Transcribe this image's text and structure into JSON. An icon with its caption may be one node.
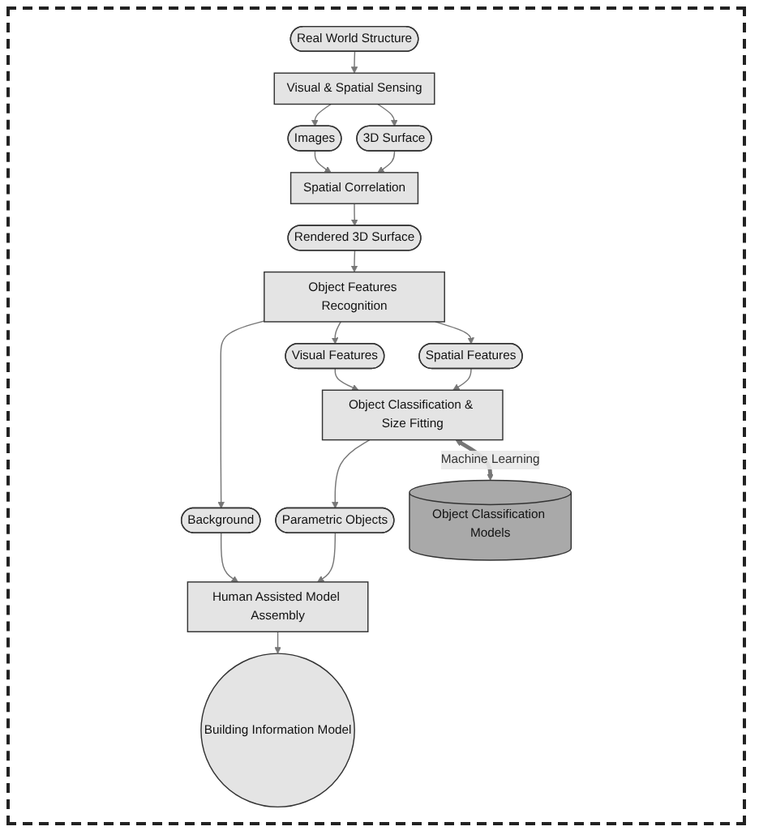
{
  "diagram": {
    "nodes": [
      {
        "text": [
          "Real World Structure"
        ]
      },
      {
        "text": [
          "Visual & Spatial Sensing"
        ]
      },
      {
        "text": [
          "Images"
        ]
      },
      {
        "text": [
          "3D Surface"
        ]
      },
      {
        "text": [
          "Spatial Correlation"
        ]
      },
      {
        "text": [
          "Rendered 3D Surface"
        ]
      },
      {
        "text": [
          "Object Features Recognition"
        ]
      },
      {
        "text": [
          "Visual Features"
        ]
      },
      {
        "text": [
          "Spatial Features"
        ]
      },
      {
        "text": [
          "Background"
        ]
      },
      {
        "text": [
          "Object Classification & Size Fitting"
        ]
      },
      {
        "text": [
          "Human Assisted Model Assembly"
        ]
      },
      {
        "text": [
          "Parametric Objects"
        ]
      },
      {
        "text": [
          "Building Information Model"
        ]
      },
      {
        "text": [
          "Object Classification Models"
        ]
      }
    ],
    "edges": [
      {
        "from": 0,
        "to": 1,
        "arrow": "to"
      },
      {
        "from": 1,
        "to": 2,
        "arrow": "to"
      },
      {
        "from": 1,
        "to": 3,
        "arrow": "to"
      },
      {
        "from": 2,
        "to": 4,
        "arrow": "to"
      },
      {
        "from": 3,
        "to": 4,
        "arrow": "to"
      },
      {
        "from": 4,
        "to": 5,
        "arrow": "to"
      },
      {
        "from": 5,
        "to": 6,
        "arrow": "to"
      },
      {
        "from": 6,
        "to": 7,
        "arrow": "to"
      },
      {
        "from": 6,
        "to": 8,
        "arrow": "to"
      },
      {
        "from": 6,
        "to": 9,
        "arrow": "to"
      },
      {
        "from": 7,
        "to": 10,
        "arrow": "to"
      },
      {
        "from": 8,
        "to": 10,
        "arrow": "to"
      },
      {
        "from": 9,
        "to": 11,
        "arrow": "to"
      },
      {
        "from": 10,
        "to": 12,
        "arrow": "to"
      },
      {
        "from": 12,
        "to": 11,
        "arrow": "to"
      },
      {
        "from": 11,
        "to": 13,
        "arrow": "to"
      },
      {
        "from": 10,
        "to": 14,
        "label": "Machine Learning",
        "arrow": "both",
        "style": "thick"
      }
    ]
  }
}
